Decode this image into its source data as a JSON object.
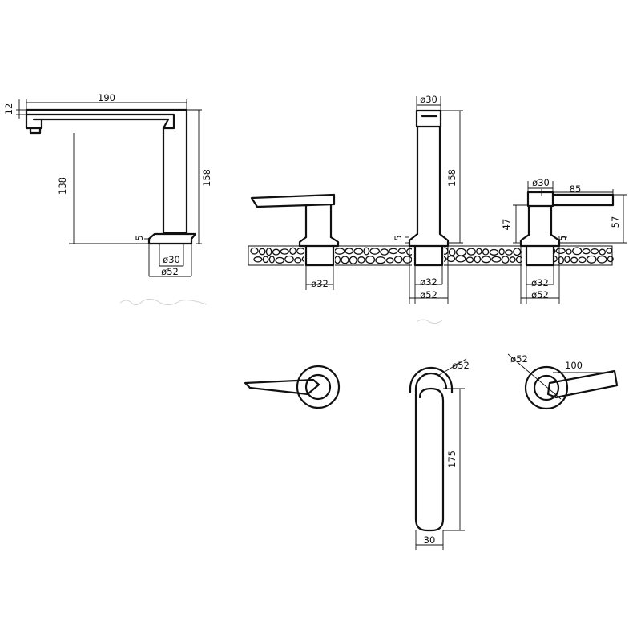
{
  "dimensions": {
    "spout_length": "190",
    "spout_thickness": "12",
    "spout_outlet_height": "138",
    "spout_total_height": "158",
    "side_base_gap": "5",
    "side_dia_30": "ø30",
    "side_dia_52": "ø52",
    "front_handle_dia_32": "ø32",
    "front_spout_top_dia": "ø30",
    "front_spout_height": "158",
    "front_spout_gap": "5",
    "front_spout_dia_32": "ø32",
    "front_spout_dia_52": "ø52",
    "front_rhandle_dia_30": "ø30",
    "front_rhandle_lever": "85",
    "front_rhandle_height_47": "47",
    "front_rhandle_height_57": "57",
    "front_rhandle_gap": "5",
    "front_rhandle_dia_32": "ø32",
    "front_rhandle_dia_52": "ø52",
    "top_spout_dia": "ø52",
    "top_spout_length": "175",
    "top_spout_width": "30",
    "top_rhandle_dia": "ø52",
    "top_rhandle_lever": "100"
  },
  "colors": {
    "line": "#111111",
    "background": "#ffffff"
  }
}
